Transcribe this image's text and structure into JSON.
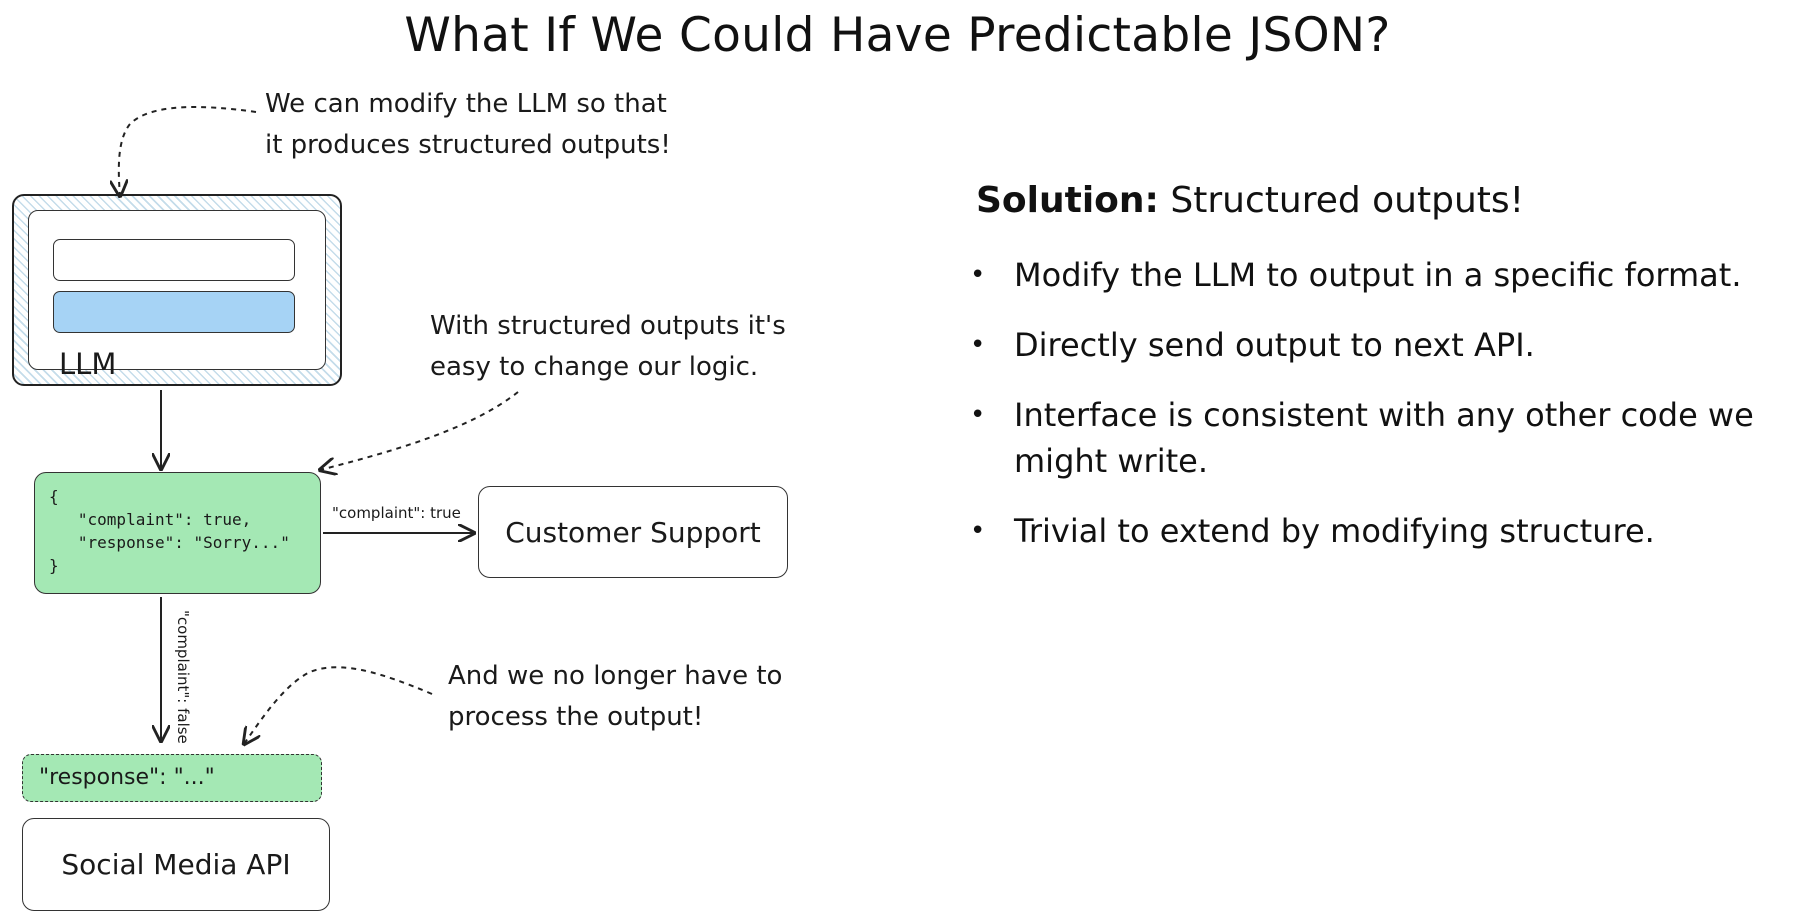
{
  "title": "What If We Could Have Predictable JSON?",
  "diagram": {
    "notes": {
      "modify_llm": [
        "We can modify the LLM so that",
        "it produces structured outputs!"
      ],
      "change_logic": [
        "With structured outputs it's",
        "easy to change our logic."
      ],
      "no_processing": [
        "And we no longer have to",
        "process the output!"
      ]
    },
    "llm_label": "LLM",
    "json_lines": [
      "{",
      "   \"complaint\": true,",
      "   \"response\": \"Sorry...\"",
      "}"
    ],
    "edge_true_label": "\"complaint\": true",
    "edge_false_label": "\"complaint\": false",
    "customer_support": "Customer Support",
    "response_snippet": "\"response\": \"...\"",
    "social_media_api": "Social Media API"
  },
  "solution": {
    "heading_bold": "Solution:",
    "heading_rest": " Structured outputs!",
    "bullet_glyph": "•",
    "bullets": [
      "Modify the LLM to output in a specific format.",
      "Directly send output to next API.",
      "Interface is consistent with any other code we might write.",
      "Trivial to extend by modifying structure."
    ]
  }
}
